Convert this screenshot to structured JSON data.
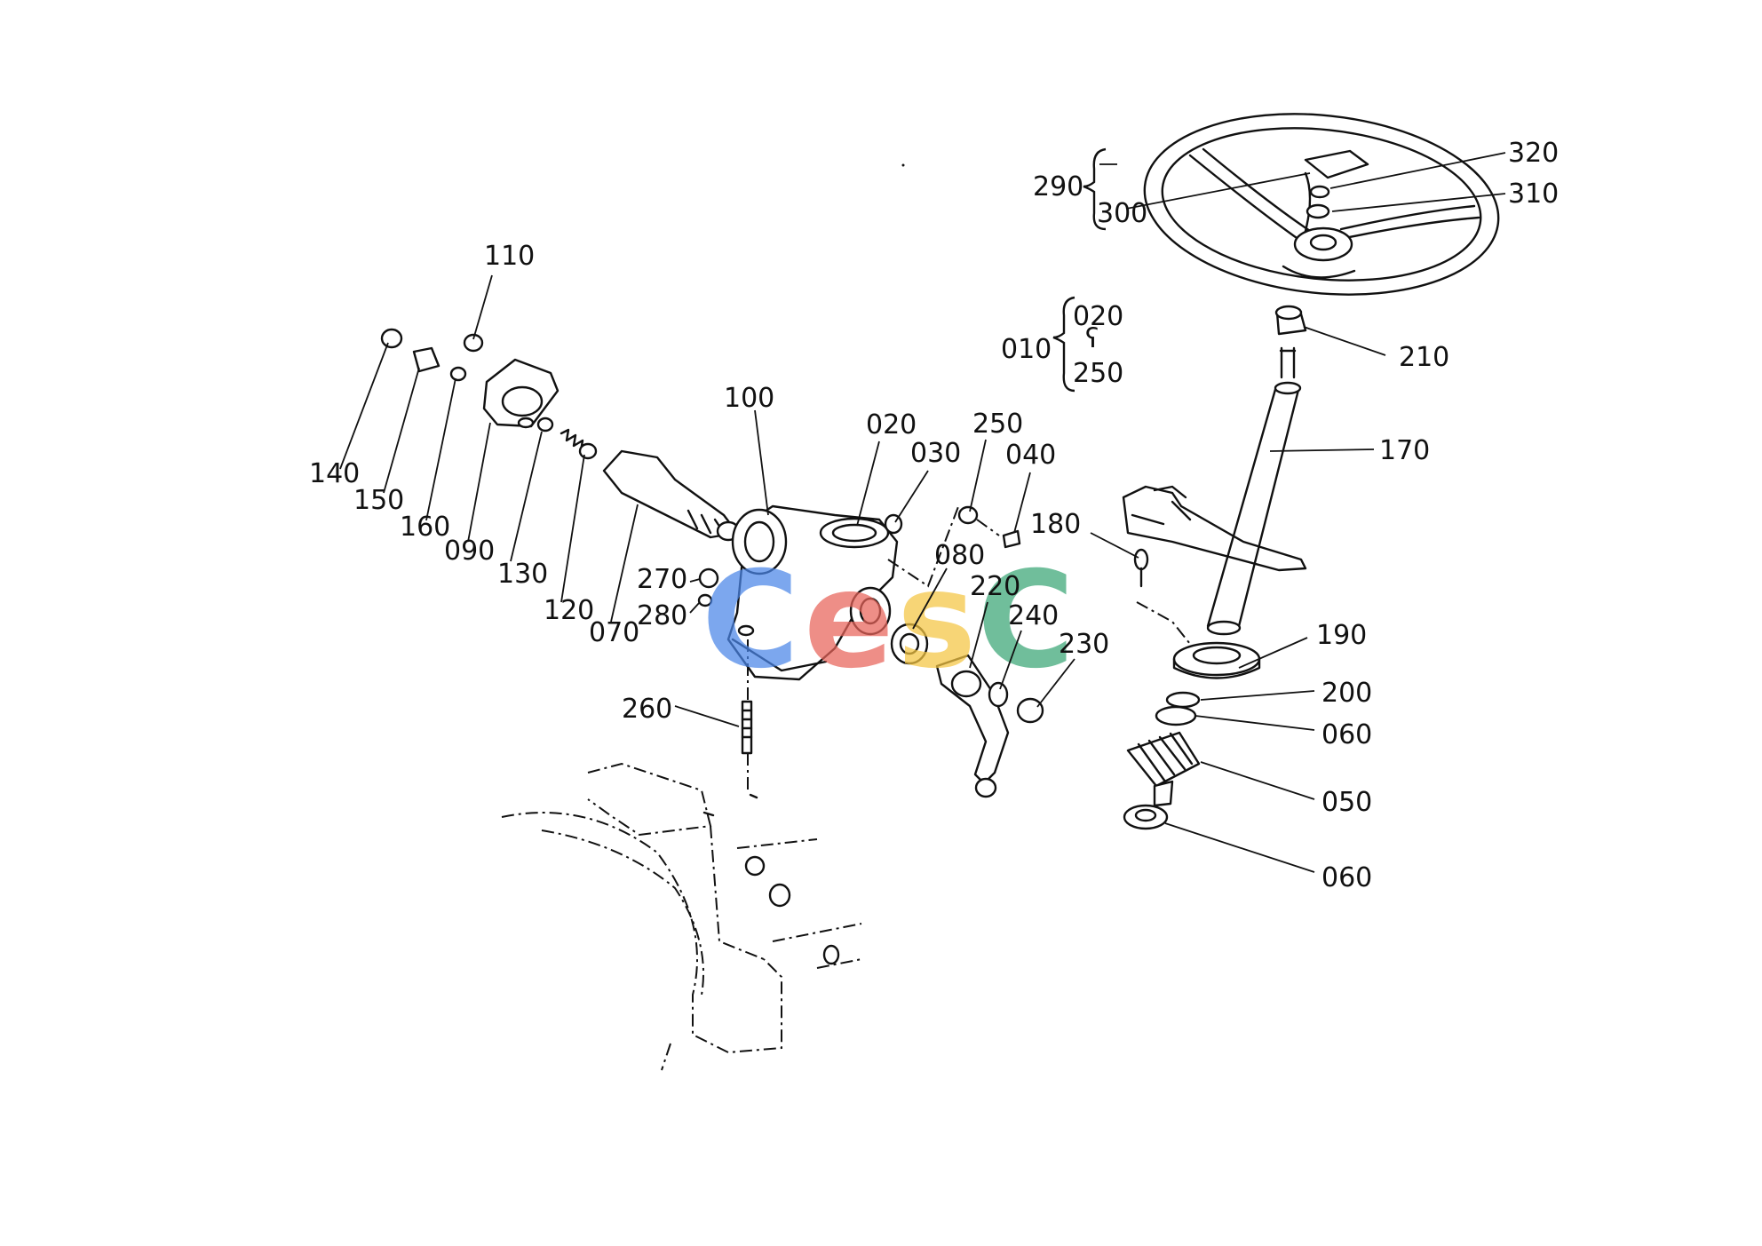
{
  "diagram": {
    "callouts": [
      {
        "id": "010",
        "label": "010"
      },
      {
        "id": "020-brace",
        "label": "020"
      },
      {
        "id": "250-brace",
        "label": "250"
      },
      {
        "id": "290",
        "label": "290"
      },
      {
        "id": "300",
        "label": "300"
      },
      {
        "id": "320",
        "label": "320"
      },
      {
        "id": "310",
        "label": "310"
      },
      {
        "id": "210",
        "label": "210"
      },
      {
        "id": "170",
        "label": "170"
      },
      {
        "id": "180",
        "label": "180"
      },
      {
        "id": "190",
        "label": "190"
      },
      {
        "id": "200",
        "label": "200"
      },
      {
        "id": "060a",
        "label": "060"
      },
      {
        "id": "050",
        "label": "050"
      },
      {
        "id": "060b",
        "label": "060"
      },
      {
        "id": "110",
        "label": "110"
      },
      {
        "id": "140",
        "label": "140"
      },
      {
        "id": "150",
        "label": "150"
      },
      {
        "id": "160",
        "label": "160"
      },
      {
        "id": "090",
        "label": "090"
      },
      {
        "id": "130",
        "label": "130"
      },
      {
        "id": "120",
        "label": "120"
      },
      {
        "id": "070",
        "label": "070"
      },
      {
        "id": "100",
        "label": "100"
      },
      {
        "id": "020",
        "label": "020"
      },
      {
        "id": "030",
        "label": "030"
      },
      {
        "id": "250",
        "label": "250"
      },
      {
        "id": "040",
        "label": "040"
      },
      {
        "id": "080",
        "label": "080"
      },
      {
        "id": "220",
        "label": "220"
      },
      {
        "id": "240",
        "label": "240"
      },
      {
        "id": "230",
        "label": "230"
      },
      {
        "id": "270",
        "label": "270"
      },
      {
        "id": "280",
        "label": "280"
      },
      {
        "id": "260",
        "label": "260"
      }
    ],
    "brace_mark": "ʕ"
  },
  "watermark": {
    "letters": [
      "C",
      "e",
      "s",
      "C"
    ],
    "colors": [
      "#4a86e8",
      "#e8645a",
      "#f5c542",
      "#3aa676"
    ]
  }
}
